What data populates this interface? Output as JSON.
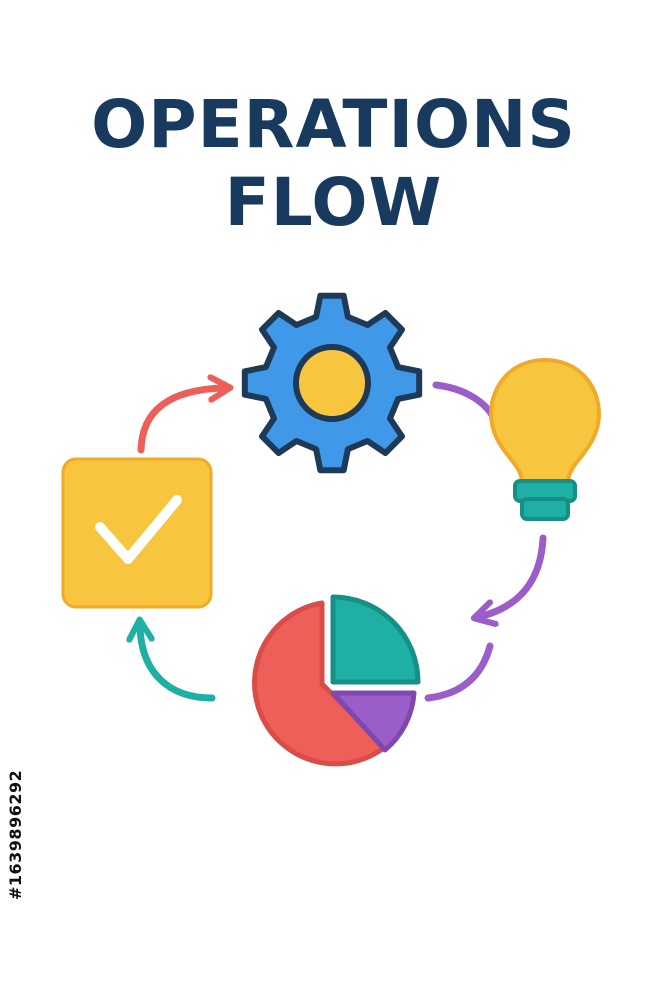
{
  "title": {
    "line1": "OPERATIONS",
    "line2": "FLOW"
  },
  "image_id": "#1639896292",
  "colors": {
    "title": "#173a5e",
    "outline": "#1f3a57",
    "gear": "#3f98e8",
    "gear_center": "#f7c53e",
    "bulb": "#f7c53e",
    "bulb_base": "#1fb0a5",
    "checkbox": "#f7c53e",
    "check": "#ffffff",
    "pie_main": "#ef5f5a",
    "pie_teal": "#1fb0a5",
    "pie_purple": "#9b5ec9",
    "arrow_red": "#ef5f5a",
    "arrow_purple": "#9b5ec9",
    "arrow_teal": "#1fb0a5"
  },
  "icons": [
    "gear-icon",
    "lightbulb-icon",
    "pie-chart-icon",
    "checkbox-icon"
  ]
}
